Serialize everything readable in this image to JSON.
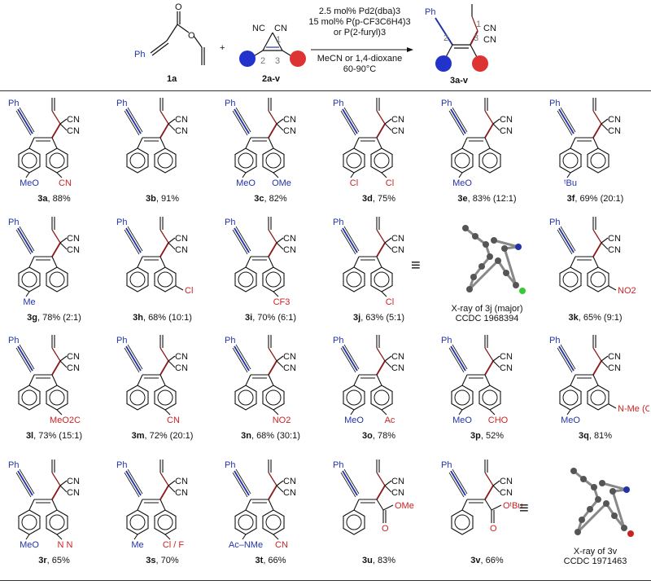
{
  "scheme": {
    "reactant1": {
      "label": "1a",
      "ph": "Ph",
      "o1": "O",
      "o2": "O"
    },
    "plus": "+",
    "reactant2": {
      "label": "2a-v",
      "nc": "NC",
      "cn": "CN",
      "n1": "1",
      "n2": "2",
      "n3": "3"
    },
    "conditions": [
      "2.5 mol% Pd2(dba)3",
      "15 mol% P(p-CF3C6H4)3",
      "or P(2-furyl)3",
      "MeCN or 1,4-dioxane",
      "60-90°C"
    ],
    "product": {
      "label": "3a-v",
      "ph": "Ph",
      "cn1": "CN",
      "cn2": "CN",
      "n1": "1",
      "n2": "2",
      "n3": "3"
    },
    "colors": {
      "blue": "#2233aa",
      "red": "#cc2222",
      "bond_red": "#8b1a1a"
    }
  },
  "compounds": [
    {
      "id": "3a",
      "yield": ", 88%",
      "left": "MeO",
      "right": "CN",
      "lc": "blue",
      "rc": "red"
    },
    {
      "id": "3b",
      "yield": ", 91%",
      "left": "",
      "right": ""
    },
    {
      "id": "3c",
      "yield": ", 82%",
      "left": "MeO",
      "right": "OMe",
      "lc": "blue",
      "rc": "blue"
    },
    {
      "id": "3d",
      "yield": ", 75%",
      "left": "Cl",
      "right": "Cl",
      "lc": "red",
      "rc": "red"
    },
    {
      "id": "3e",
      "yield": ", 83% (12:1)",
      "left": "MeO",
      "right": "",
      "lc": "blue"
    },
    {
      "id": "3f",
      "yield": ", 69% (20:1)",
      "left": "ᵗBu",
      "right": "",
      "lc": "blue"
    },
    {
      "id": "3g",
      "yield": ", 78% (2:1)",
      "left": "Me",
      "right": "",
      "lc": "blue"
    },
    {
      "id": "3h",
      "yield": ", 68% (10:1)",
      "left": "",
      "right": "Cl",
      "rc": "red",
      "meta": true
    },
    {
      "id": "3i",
      "yield": ", 70% (6:1)",
      "left": "",
      "right": "CF3",
      "rc": "red"
    },
    {
      "id": "3j",
      "yield": ", 63% (5:1)",
      "left": "",
      "right": "Cl",
      "rc": "red"
    },
    {
      "id": "3k",
      "yield": ", 65% (9:1)",
      "left": "",
      "right": "NO2",
      "rc": "red",
      "meta": true
    },
    {
      "id": "3l",
      "yield": ", 73% (15:1)",
      "left": "",
      "right": "MeO2C",
      "rc": "red"
    },
    {
      "id": "3m",
      "yield": ", 72% (20:1)",
      "left": "",
      "right": "CN",
      "rc": "red"
    },
    {
      "id": "3n",
      "yield": ", 68% (30:1)",
      "left": "",
      "right": "NO2",
      "rc": "red"
    },
    {
      "id": "3o",
      "yield": ", 78%",
      "left": "MeO",
      "right": "Ac",
      "lc": "blue",
      "rc": "red"
    },
    {
      "id": "3p",
      "yield": ", 52%",
      "left": "MeO",
      "right": "CHO",
      "lc": "blue",
      "rc": "red"
    },
    {
      "id": "3q",
      "yield": ", 81%",
      "left": "MeO",
      "right": "N-Me (O, O)",
      "lc": "blue",
      "rc": "red",
      "meta": true
    },
    {
      "id": "3r",
      "yield": ", 65%",
      "left": "MeO",
      "right": "N  N",
      "lc": "blue",
      "rc": "red"
    },
    {
      "id": "3s",
      "yield": ", 70%",
      "left": "Me",
      "right": "Cl / F",
      "lc": "blue",
      "rc": "red"
    },
    {
      "id": "3t",
      "yield": ", 66%",
      "left": "Ac–NMe",
      "right": "CN",
      "lc": "blue",
      "rc": "red"
    },
    {
      "id": "3u",
      "yield": ", 83%",
      "left": "",
      "right": "OMe",
      "rc": "red",
      "ester": true
    },
    {
      "id": "3v",
      "yield": ", 66%",
      "left": "",
      "right": "OᵗBu",
      "rc": "red",
      "ester": true
    }
  ],
  "xrays": [
    {
      "caption": "X-ray of 3j (major)",
      "ccdc": "CCDC 1968394",
      "equiv": "≡"
    },
    {
      "caption": "X-ray of 3v",
      "ccdc": "CCDC 1971463",
      "equiv": "≡"
    }
  ]
}
